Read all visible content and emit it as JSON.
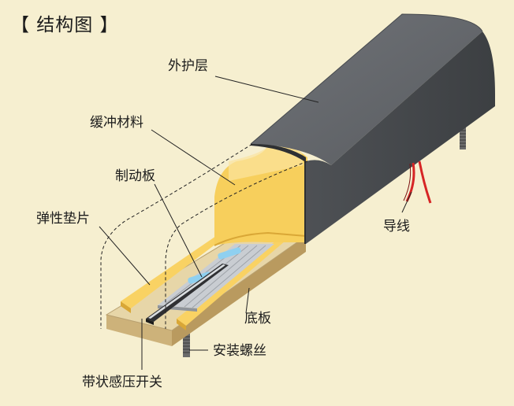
{
  "title": "【 结构图 】",
  "labels": {
    "outer_layer": "外护层",
    "cushion": "缓冲材料",
    "brake_plate": "制动板",
    "elastic_pad": "弹性垫片",
    "base_plate": "底板",
    "screw": "安装螺丝",
    "wire": "导线",
    "strip_switch": "带状感压开关"
  },
  "colors": {
    "background": "#f6efd0",
    "outer_layer": "#5c5f63",
    "cushion": "#f7cf5c",
    "base_plate": "#ddc795",
    "brake_plate": "#b9bec4",
    "accent_blue": "#8fd0f0",
    "wire_red": "#d62525"
  }
}
